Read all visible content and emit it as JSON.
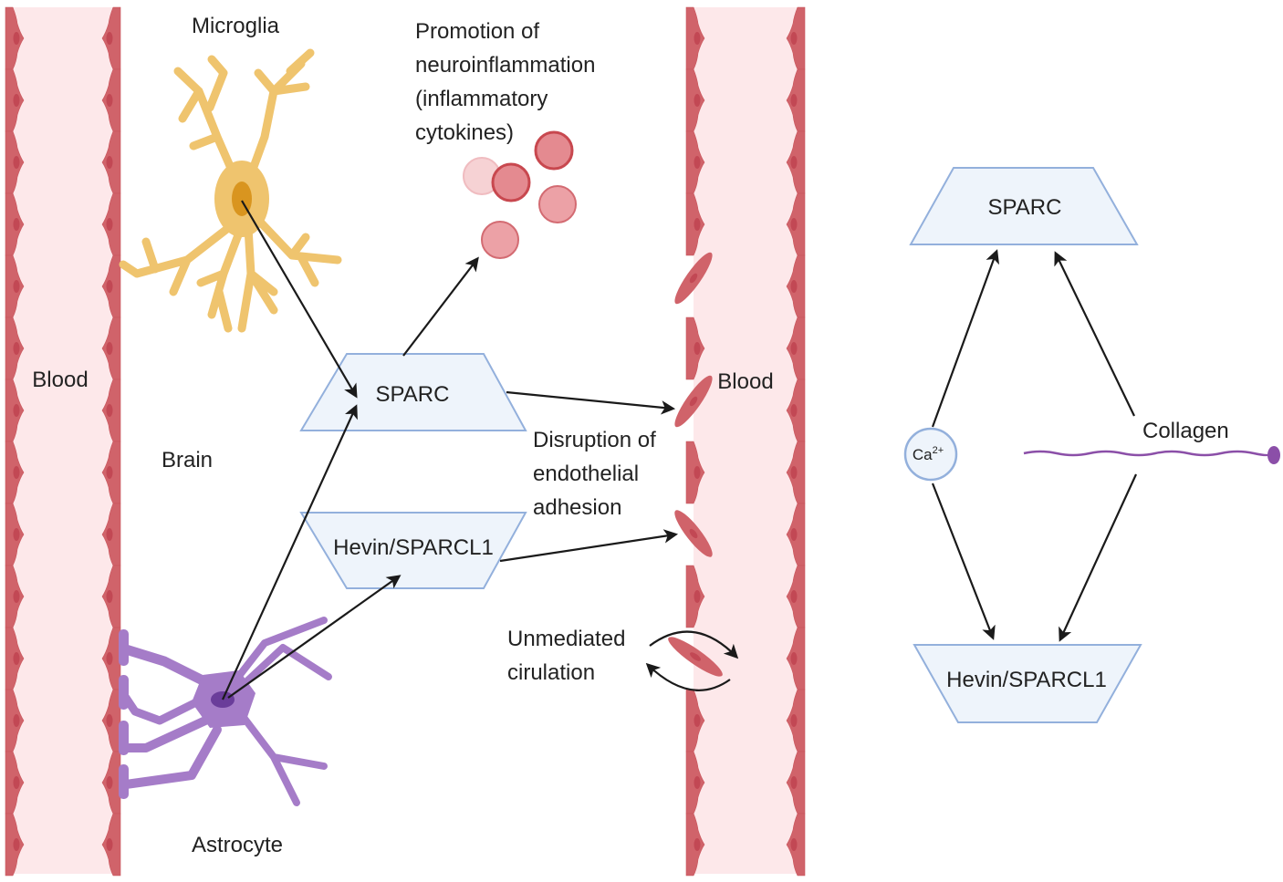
{
  "colors": {
    "vessel_fill": "#fde8ea",
    "endothelial": "#d0636a",
    "endothelial_nucleus": "#c24854",
    "microglia": "#efc46e",
    "microglia_nucleus": "#d9951f",
    "astrocyte": "#a57cc8",
    "astrocyte_nucleus": "#6a3d9a",
    "box_fill": "#eef4fb",
    "box_stroke": "#93b0dc",
    "arrow": "#1a1a1a",
    "collagen": "#8b4fa8",
    "cytokine_dark": "#d9616a",
    "cytokine_mid": "#e48a90",
    "cytokine_light": "#f6d2d4"
  },
  "left_panel": {
    "blood_left_label": "Blood",
    "blood_right_label": "Blood",
    "brain_label": "Brain",
    "microglia_label": "Microglia",
    "astrocyte_label": "Astrocyte",
    "sparc_label": "SPARC",
    "hevin_label": "Hevin/SPARCL1",
    "neuroinflammation_lines": [
      "Promotion of",
      "neuroinflammation",
      "(inflammatory",
      "cytokines)"
    ],
    "disruption_lines": [
      "Disruption of",
      "endothelial",
      "adhesion"
    ],
    "circulation_lines": [
      "Unmediated",
      "cirulation"
    ]
  },
  "right_panel": {
    "sparc_label": "SPARC",
    "hevin_label": "Hevin/SPARCL1",
    "calcium_base": "Ca",
    "calcium_superscript": "2+",
    "collagen_label": "Collagen"
  }
}
